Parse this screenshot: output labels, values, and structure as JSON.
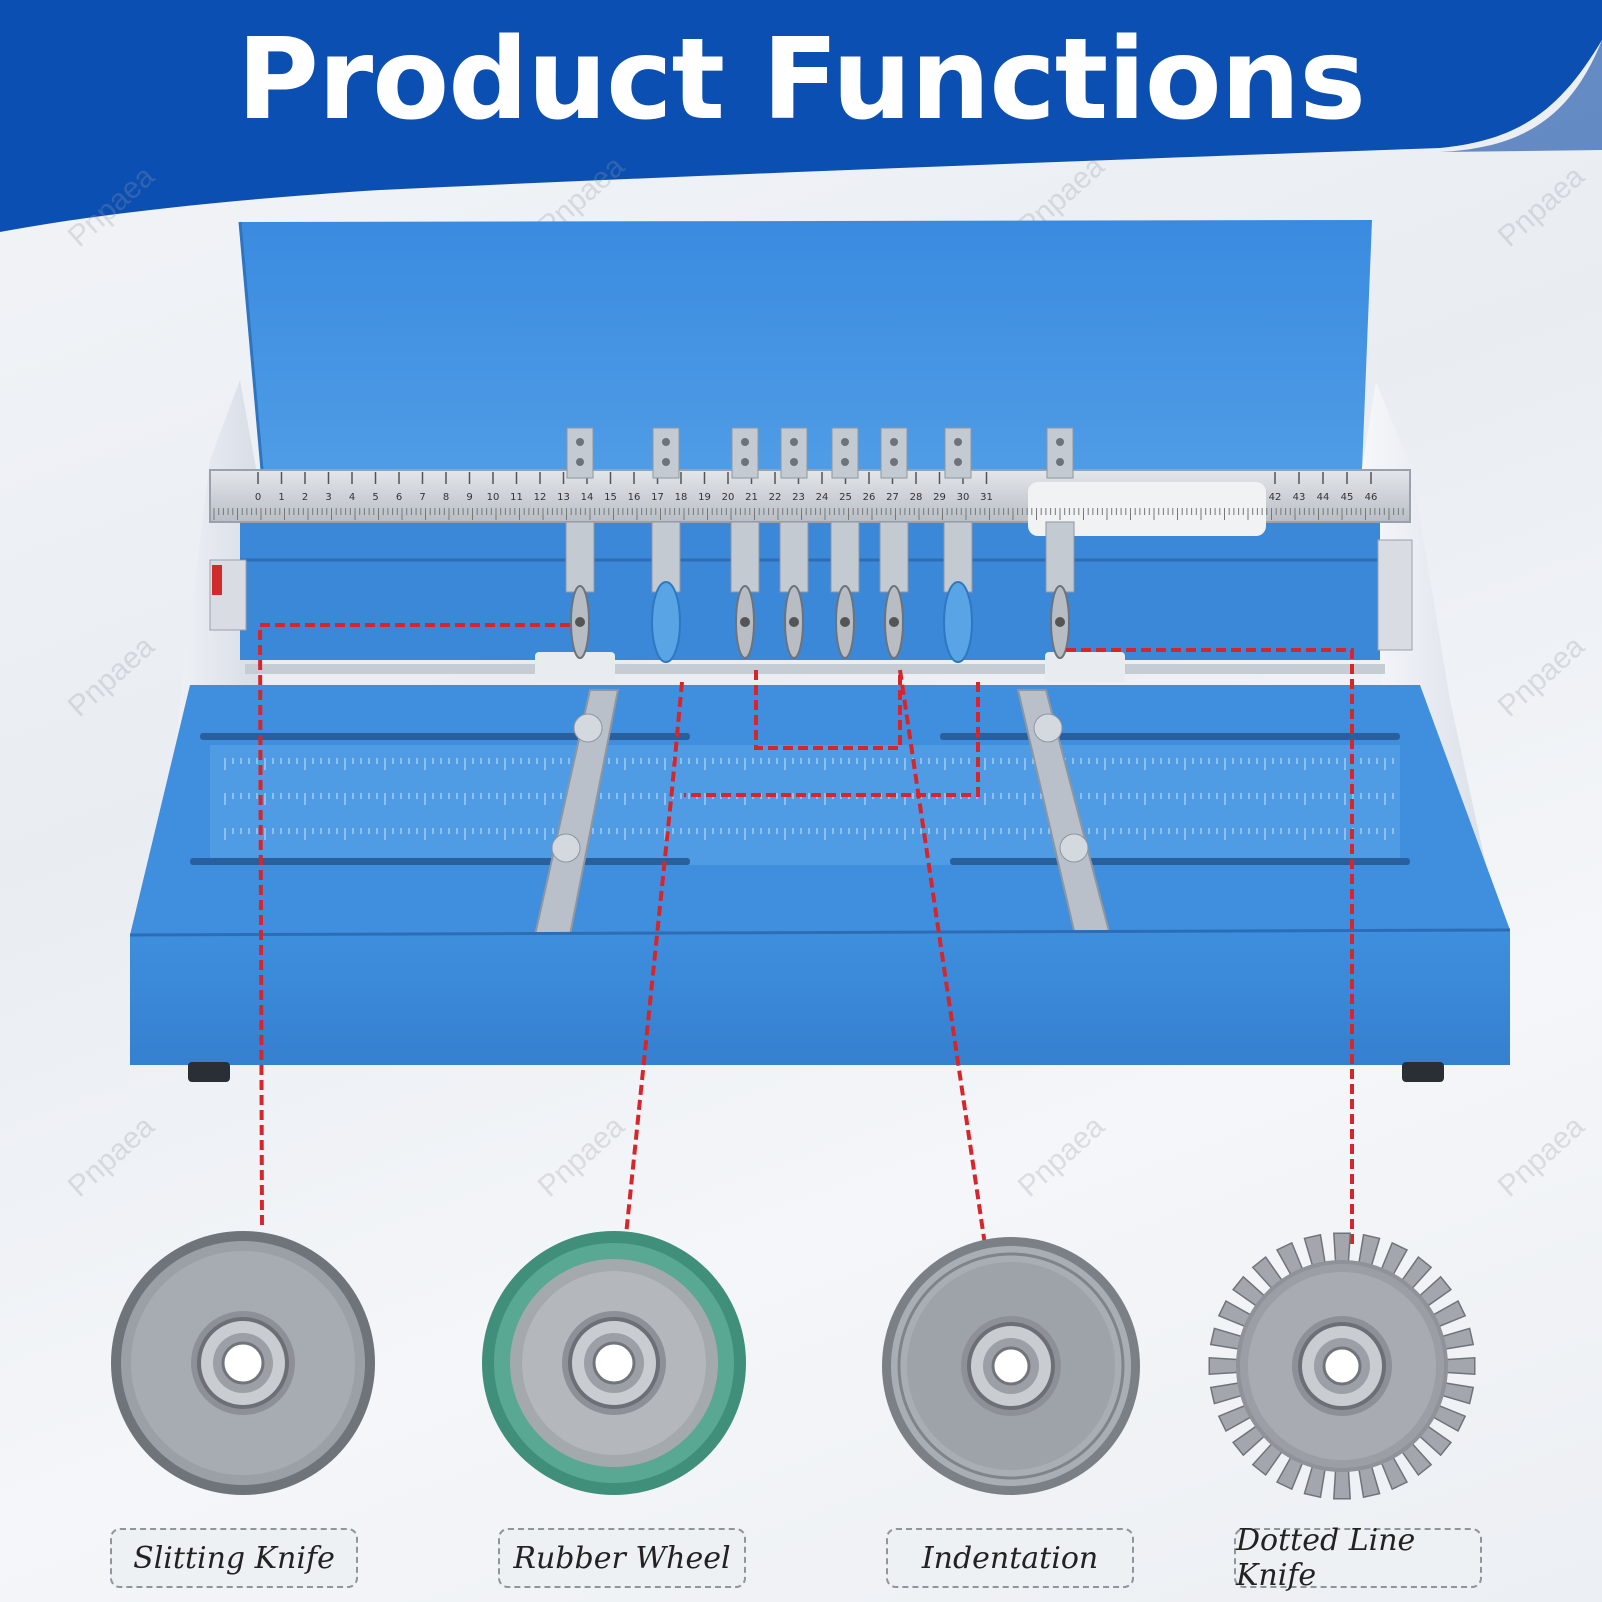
{
  "page": {
    "title": "Product Functions",
    "watermark": "Pnpaea"
  },
  "colors": {
    "banner_blue": "#0b4fb3",
    "machine_blue": "#3d8ddb",
    "guide_line_red": "#d7262b"
  },
  "components": [
    {
      "label": "Slitting Knife",
      "icon": "slitting-knife-wheel-icon"
    },
    {
      "label": "Rubber Wheel",
      "icon": "rubber-wheel-icon"
    },
    {
      "label": "Indentation",
      "icon": "indentation-wheel-icon"
    },
    {
      "label": "Dotted Line Knife",
      "icon": "dotted-line-knife-icon"
    }
  ],
  "ruler": {
    "numbers": [
      "0",
      "1",
      "2",
      "3",
      "4",
      "5",
      "6",
      "7",
      "8",
      "9",
      "10",
      "11",
      "12",
      "13",
      "14",
      "15",
      "16",
      "17",
      "18",
      "19",
      "20",
      "21",
      "22",
      "23",
      "24",
      "25",
      "26",
      "27",
      "28",
      "29",
      "30",
      "31",
      "42",
      "43",
      "44",
      "45",
      "46"
    ]
  }
}
